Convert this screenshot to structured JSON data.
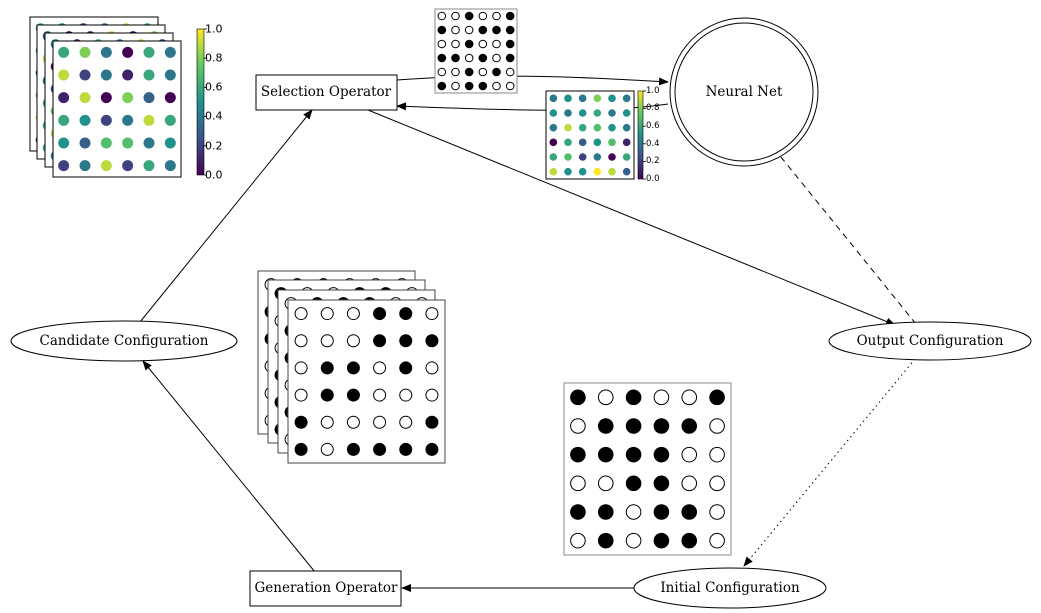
{
  "nodes": {
    "selection_operator": "Selection Operator",
    "neural_net": "Neural Net",
    "candidate_configuration": "Candidate Configuration",
    "output_configuration": "Output Configuration",
    "generation_operator": "Generation Operator",
    "initial_configuration": "Initial Configuration"
  },
  "colorbar_ticks": [
    "1.0",
    "0.8",
    "0.6",
    "0.4",
    "0.2",
    "0.0"
  ],
  "colors": {
    "filled": "#000000",
    "empty": "#ffffff",
    "viridis_low": "#440154",
    "viridis_high": "#fde725"
  },
  "grids": {
    "score_stack_front": [
      [
        0.6,
        0.8,
        0.4,
        0.0,
        0.6,
        0.4
      ],
      [
        0.9,
        0.2,
        0.4,
        0.1,
        0.6,
        0.4
      ],
      [
        0.1,
        0.9,
        0.0,
        0.8,
        0.3,
        0.0
      ],
      [
        0.6,
        0.5,
        0.2,
        0.4,
        0.9,
        0.6
      ],
      [
        0.5,
        0.3,
        0.7,
        0.7,
        0.4,
        0.5
      ],
      [
        0.2,
        0.4,
        0.9,
        0.2,
        0.6,
        0.4
      ]
    ],
    "nn_scores": [
      [
        0.4,
        0.5,
        0.4,
        0.8,
        0.5,
        0.4
      ],
      [
        0.5,
        0.4,
        0.5,
        0.6,
        0.4,
        0.5
      ],
      [
        0.4,
        0.9,
        0.6,
        0.7,
        0.5,
        0.4
      ],
      [
        0.0,
        0.6,
        0.3,
        0.5,
        0.7,
        0.1
      ],
      [
        0.6,
        0.7,
        0.2,
        0.4,
        0.0,
        0.6
      ],
      [
        0.9,
        0.5,
        0.5,
        1.0,
        0.9,
        0.3
      ]
    ],
    "small_binary": [
      [
        0,
        0,
        1,
        0,
        0,
        1
      ],
      [
        1,
        0,
        0,
        1,
        1,
        1
      ],
      [
        0,
        0,
        1,
        0,
        0,
        1
      ],
      [
        1,
        1,
        0,
        1,
        0,
        1
      ],
      [
        0,
        0,
        1,
        0,
        1,
        0
      ],
      [
        1,
        0,
        1,
        1,
        0,
        0
      ]
    ],
    "candidate_stack_front": [
      [
        0,
        0,
        0,
        1,
        1,
        0
      ],
      [
        0,
        0,
        0,
        1,
        1,
        1
      ],
      [
        0,
        1,
        1,
        0,
        1,
        0
      ],
      [
        0,
        1,
        1,
        0,
        0,
        0
      ],
      [
        1,
        0,
        0,
        0,
        0,
        1
      ],
      [
        1,
        0,
        1,
        1,
        1,
        1
      ]
    ],
    "initial": [
      [
        1,
        0,
        1,
        0,
        0,
        1
      ],
      [
        0,
        1,
        1,
        1,
        1,
        0
      ],
      [
        1,
        1,
        1,
        1,
        0,
        0
      ],
      [
        0,
        0,
        1,
        1,
        0,
        0
      ],
      [
        1,
        1,
        0,
        1,
        1,
        0
      ],
      [
        0,
        1,
        0,
        1,
        1,
        0
      ]
    ]
  }
}
